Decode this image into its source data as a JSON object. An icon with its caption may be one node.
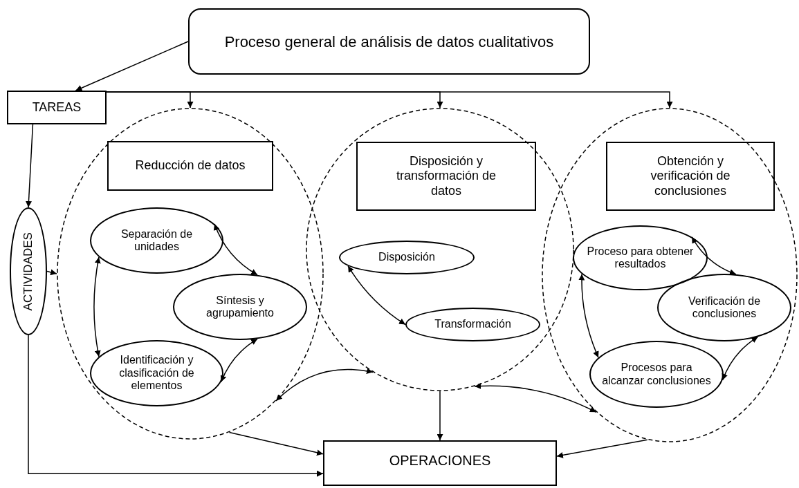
{
  "diagram": {
    "nodes": [
      {
        "text": [
          "Proceso general de análisis de datos cualitativos"
        ]
      },
      {
        "text": [
          "TAREAS"
        ]
      },
      {
        "text": [],
        "shape": "ellipse"
      },
      {
        "text": [],
        "shape": "ellipse"
      },
      {
        "text": [],
        "shape": "ellipse"
      },
      {
        "text": [
          "Reducción de datos"
        ],
        "in": 2
      },
      {
        "text": [
          "Disposición y transformación de datos"
        ],
        "in": 3
      },
      {
        "text": [
          "Obtención y verificación de conclusiones"
        ],
        "in": 4
      },
      {
        "text": [
          "ACTIVIDADES"
        ]
      },
      {
        "text": [
          "Separación de unidades"
        ],
        "in": 2
      },
      {
        "text": [
          "Síntesis y agrupamiento"
        ],
        "in": 2
      },
      {
        "text": [
          "Identificación y clasificación de elementos"
        ],
        "in": 2
      },
      {
        "text": [
          "Disposición"
        ],
        "in": 3
      },
      {
        "text": [
          "Transformación"
        ],
        "in": 3
      },
      {
        "text": [
          "Proceso para obtener resultados"
        ],
        "in": 4
      },
      {
        "text": [
          "Verificación de conclusiones"
        ],
        "in": 4
      },
      {
        "text": [
          "Procesos para alcanzar conclusiones"
        ],
        "in": 4
      },
      {
        "text": [
          "OPERACIONES"
        ]
      }
    ],
    "edges": [
      {
        "from": 0,
        "to": 1,
        "arrow": "to"
      },
      {
        "from": 1,
        "to": 2,
        "arrow": "to"
      },
      {
        "from": 1,
        "to": 3,
        "arrow": "to"
      },
      {
        "from": 1,
        "to": 4,
        "arrow": "to"
      },
      {
        "from": 1,
        "to": 8,
        "arrow": "to"
      },
      {
        "from": 8,
        "to": 2,
        "arrow": "to"
      },
      {
        "from": 8,
        "to": 17,
        "arrow": "to"
      },
      {
        "from": 2,
        "to": 17,
        "arrow": "to"
      },
      {
        "from": 3,
        "to": 17,
        "arrow": "to"
      },
      {
        "from": 4,
        "to": 17,
        "arrow": "to"
      },
      {
        "from": 9,
        "to": 10,
        "arrow": "both"
      },
      {
        "from": 9,
        "to": 11,
        "arrow": "both"
      },
      {
        "from": 10,
        "to": 11,
        "arrow": "both"
      },
      {
        "from": 12,
        "to": 13,
        "arrow": "both"
      },
      {
        "from": 14,
        "to": 15,
        "arrow": "both"
      },
      {
        "from": 14,
        "to": 16,
        "arrow": "both"
      },
      {
        "from": 15,
        "to": 16,
        "arrow": "both"
      },
      {
        "from": 2,
        "to": 3,
        "arrow": "both"
      },
      {
        "from": 3,
        "to": 4,
        "arrow": "both"
      }
    ]
  }
}
